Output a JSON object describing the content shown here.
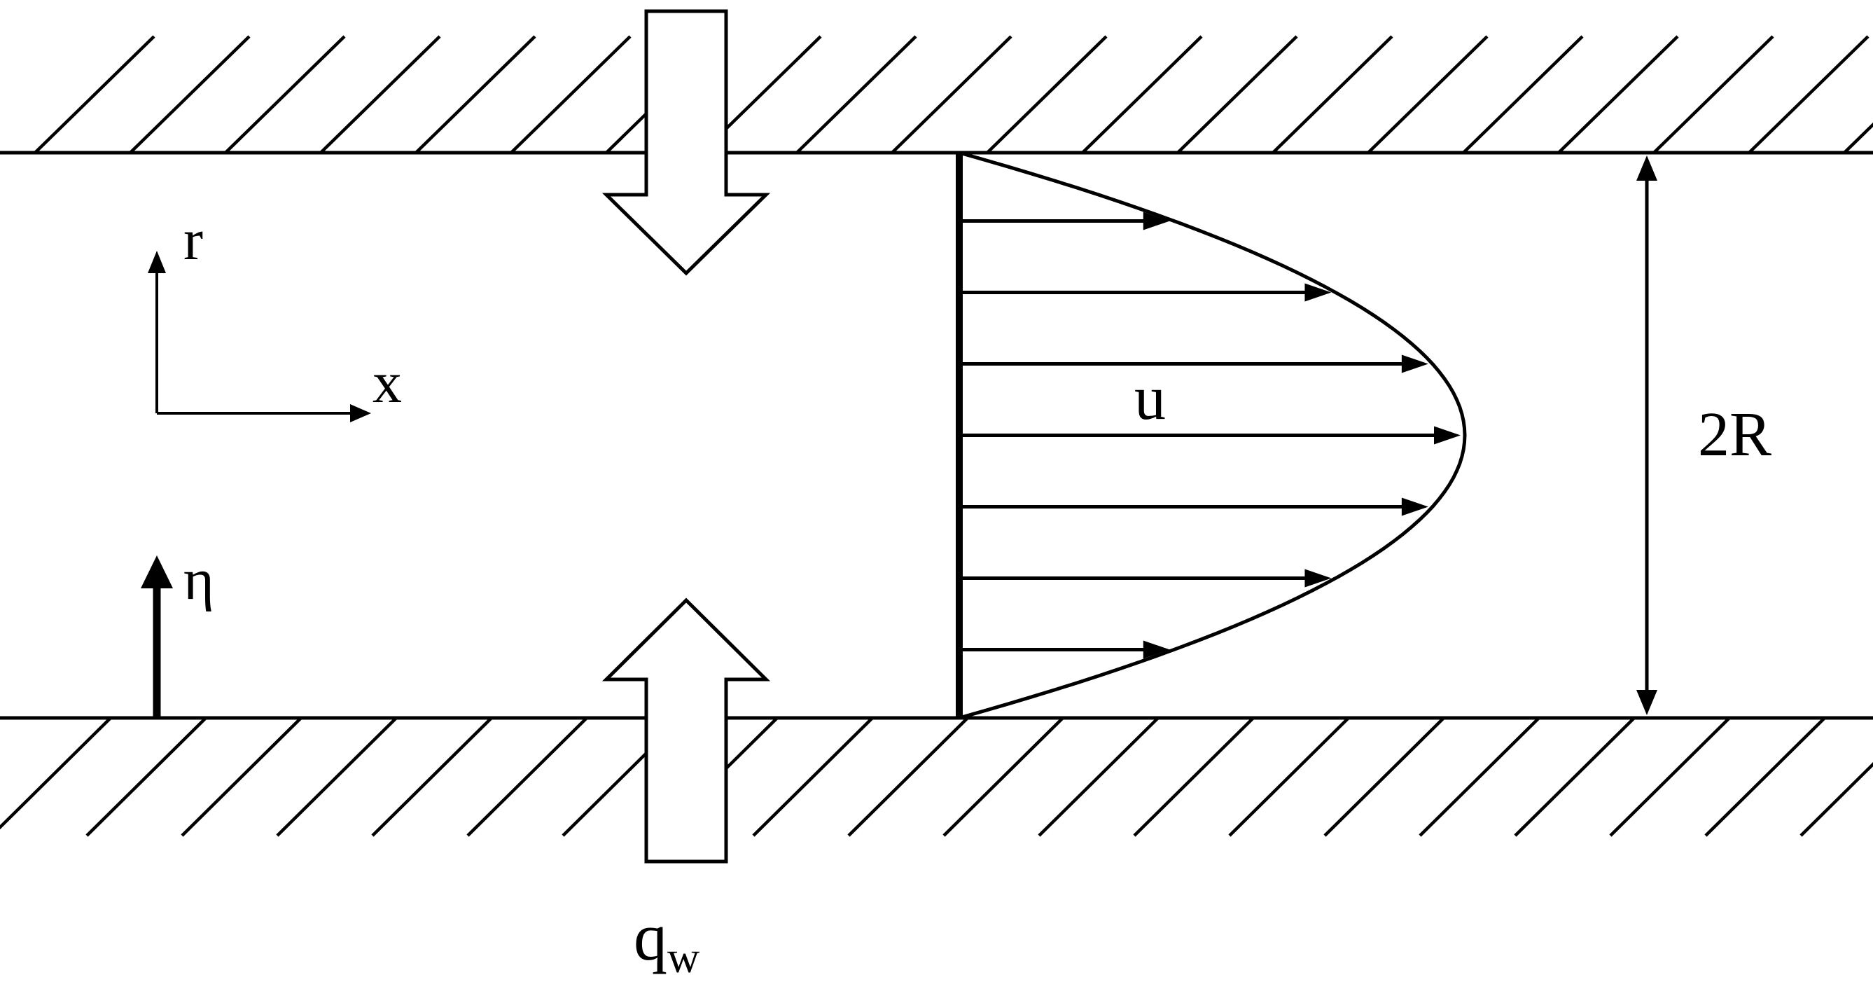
{
  "labels": {
    "r_axis": "r",
    "x_axis": "x",
    "eta": "η",
    "velocity": "u",
    "diameter": "2R",
    "heat_flux_main": "q",
    "heat_flux_sub": "w"
  },
  "colors": {
    "line": "#000000",
    "background": "#ffffff"
  },
  "velocity_profile": {
    "shape": "parabolic",
    "arrow_count": 7
  }
}
